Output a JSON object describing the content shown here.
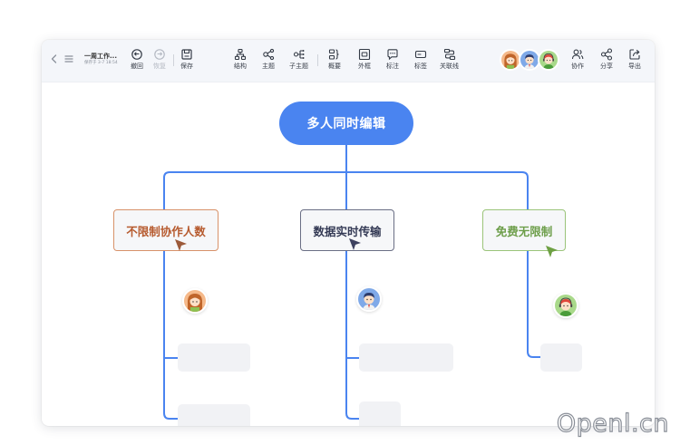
{
  "toolbar": {
    "doc_title": "一周工作...",
    "doc_subtitle": "保存于 3-7 18:54",
    "left_tools": [
      {
        "label": "撤回",
        "icon": "undo-icon",
        "disabled": false
      },
      {
        "label": "恢复",
        "icon": "redo-icon",
        "disabled": true
      },
      {
        "label": "保存",
        "icon": "save-icon",
        "disabled": false
      }
    ],
    "center_tools": [
      {
        "label": "结构",
        "icon": "structure-icon"
      },
      {
        "label": "主题",
        "icon": "topic-icon"
      },
      {
        "label": "子主题",
        "icon": "subtopic-icon"
      },
      {
        "label": "概要",
        "icon": "summary-icon"
      },
      {
        "label": "外框",
        "icon": "boundary-icon"
      },
      {
        "label": "标注",
        "icon": "callout-icon"
      },
      {
        "label": "标签",
        "icon": "tag-icon"
      },
      {
        "label": "关联线",
        "icon": "relation-line-icon"
      }
    ],
    "right_tools": [
      {
        "label": "协作",
        "icon": "collaborate-icon"
      },
      {
        "label": "分享",
        "icon": "share-icon"
      },
      {
        "label": "导出",
        "icon": "export-icon"
      }
    ]
  },
  "mindmap": {
    "root": {
      "text": "多人同时编辑",
      "color": "#4a84f0"
    },
    "children": [
      {
        "text": "不限制协作人数",
        "color": "#d8926a"
      },
      {
        "text": "数据实时传输",
        "color": "#6b6f85"
      },
      {
        "text": "免费无限制",
        "color": "#9bc47a"
      }
    ]
  },
  "watermark": "Openl.cn"
}
